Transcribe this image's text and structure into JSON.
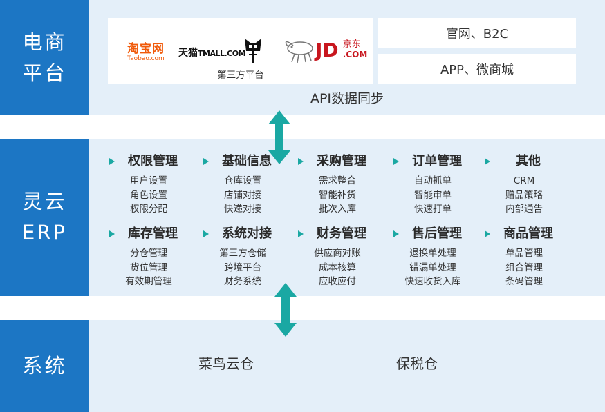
{
  "platform": {
    "label": "电商\n平台",
    "third_party_caption": "第三方平台",
    "logos": {
      "taobao_main": "淘宝网",
      "taobao_sub": "Taobao.com",
      "tmall_cn": "天猫",
      "tmall_en": "TMALL.COM",
      "jd_main": "JD",
      "jd_cn": "京东",
      "jd_com": ".COM"
    },
    "channels": [
      "官网、B2C",
      "APP、微商城"
    ]
  },
  "sync_label": "API数据同步",
  "erp": {
    "label": "灵云\nERP",
    "modules": [
      {
        "title": "权限管理",
        "items": [
          "用户设置",
          "角色设置",
          "权限分配"
        ]
      },
      {
        "title": "基础信息",
        "items": [
          "仓库设置",
          "店铺对接",
          "快递对接"
        ]
      },
      {
        "title": "采购管理",
        "items": [
          "需求整合",
          "智能补货",
          "批次入库"
        ]
      },
      {
        "title": "订单管理",
        "items": [
          "自动抓单",
          "智能审单",
          "快速打单"
        ]
      },
      {
        "title": "其他",
        "items": [
          "CRM",
          "赠品策略",
          "内部通告"
        ]
      },
      {
        "title": "库存管理",
        "items": [
          "分仓管理",
          "货位管理",
          "有效期管理"
        ]
      },
      {
        "title": "系统对接",
        "items": [
          "第三方仓储",
          "跨境平台",
          "财务系统"
        ]
      },
      {
        "title": "财务管理",
        "items": [
          "供应商对账",
          "成本核算",
          "应收应付"
        ]
      },
      {
        "title": "售后管理",
        "items": [
          "退换单处理",
          "错漏单处理",
          "快速收货入库"
        ]
      },
      {
        "title": "商品管理",
        "items": [
          "单品管理",
          "组合管理",
          "条码管理"
        ]
      }
    ]
  },
  "system": {
    "label": "系统",
    "items": [
      "菜鸟云仓",
      "保税仓"
    ]
  },
  "colors": {
    "side": "#1c76c4",
    "band": "#e4eff9",
    "arrow": "#1aa8a3",
    "taobao": "#f05a0a",
    "tmall": "#d0021b",
    "jd": "#c8161e"
  }
}
